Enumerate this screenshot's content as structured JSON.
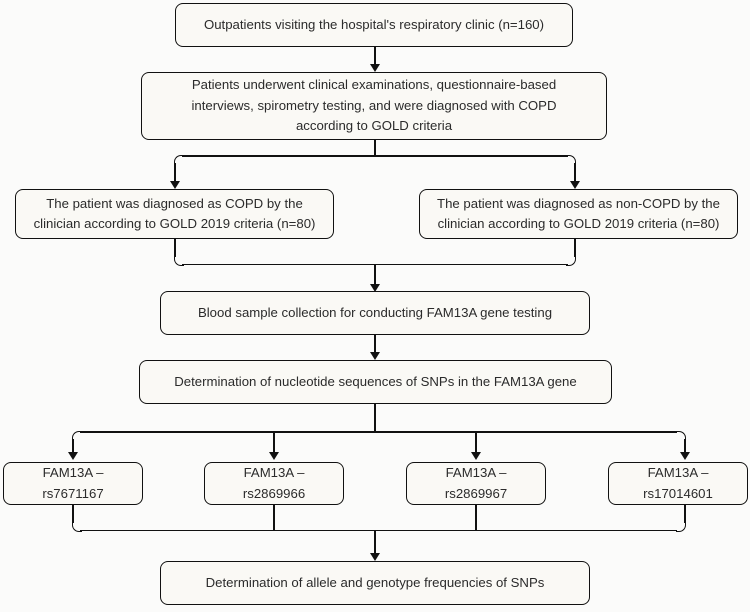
{
  "diagram": {
    "type": "flowchart",
    "title": "COPD FAM13A SNP study participant flow",
    "background_color": "#fbfbfa",
    "node_fill_color": "#faf9f5",
    "node_border_color": "#111111",
    "text_color": "#2b2b2b",
    "nodes": [
      {
        "id": "n1",
        "label": "Outpatients visiting the hospital's respiratory clinic (n=160)",
        "lines": [
          "Outpatients visiting the hospital's respiratory clinic (n=160)"
        ]
      },
      {
        "id": "n2",
        "label": "Patients underwent clinical examinations, questionnaire-based interviews, spirometry testing, and were diagnosed with COPD according to GOLD criteria",
        "lines": [
          "Patients underwent clinical examinations, questionnaire-based",
          "interviews, spirometry testing, and were diagnosed with COPD",
          "according to GOLD criteria"
        ]
      },
      {
        "id": "n3",
        "label": "The patient was diagnosed as COPD by the clinician according to GOLD 2019 criteria (n=80)",
        "lines": [
          "The patient was diagnosed as COPD by the",
          "clinician according to GOLD 2019 criteria (n=80)"
        ]
      },
      {
        "id": "n4",
        "label": "The patient was diagnosed as non-COPD by the clinician according to GOLD 2019 criteria (n=80)",
        "lines": [
          "The patient was diagnosed as non-COPD by the",
          "clinician according to GOLD 2019 criteria (n=80)"
        ]
      },
      {
        "id": "n5",
        "label": "Blood sample collection for conducting FAM13A gene testing",
        "lines": [
          "Blood sample collection for conducting FAM13A gene testing"
        ]
      },
      {
        "id": "n6",
        "label": "Determination of nucleotide sequences of SNPs in the FAM13A gene",
        "lines": [
          "Determination of nucleotide sequences of SNPs in the FAM13A gene"
        ]
      },
      {
        "id": "n7",
        "label": "FAM13A – rs7671167",
        "lines": [
          "FAM13A – rs7671167"
        ]
      },
      {
        "id": "n8",
        "label": "FAM13A – rs2869966",
        "lines": [
          "FAM13A – rs2869966"
        ]
      },
      {
        "id": "n9",
        "label": "FAM13A – rs2869967",
        "lines": [
          "FAM13A – rs2869967"
        ]
      },
      {
        "id": "n10",
        "label": "FAM13A – rs17014601",
        "lines": [
          "FAM13A – rs17014601"
        ]
      },
      {
        "id": "n11",
        "label": "Determination of allele and genotype frequencies of SNPs",
        "lines": [
          "Determination of allele and genotype frequencies of SNPs"
        ]
      }
    ],
    "edges": [
      {
        "from": "n1",
        "to": "n2",
        "style": "straight-arrow"
      },
      {
        "from": "n2",
        "to": "n3",
        "style": "split-arrow"
      },
      {
        "from": "n2",
        "to": "n4",
        "style": "split-arrow"
      },
      {
        "from": "n3",
        "to": "n5",
        "style": "merge-arrow"
      },
      {
        "from": "n4",
        "to": "n5",
        "style": "merge-arrow"
      },
      {
        "from": "n5",
        "to": "n6",
        "style": "straight-arrow"
      },
      {
        "from": "n6",
        "to": "n7",
        "style": "split-arrow"
      },
      {
        "from": "n6",
        "to": "n8",
        "style": "split-arrow"
      },
      {
        "from": "n6",
        "to": "n9",
        "style": "split-arrow"
      },
      {
        "from": "n6",
        "to": "n10",
        "style": "split-arrow"
      },
      {
        "from": "n7",
        "to": "n11",
        "style": "merge-arrow"
      },
      {
        "from": "n8",
        "to": "n11",
        "style": "merge-arrow"
      },
      {
        "from": "n9",
        "to": "n11",
        "style": "merge-arrow"
      },
      {
        "from": "n10",
        "to": "n11",
        "style": "merge-arrow"
      }
    ]
  }
}
